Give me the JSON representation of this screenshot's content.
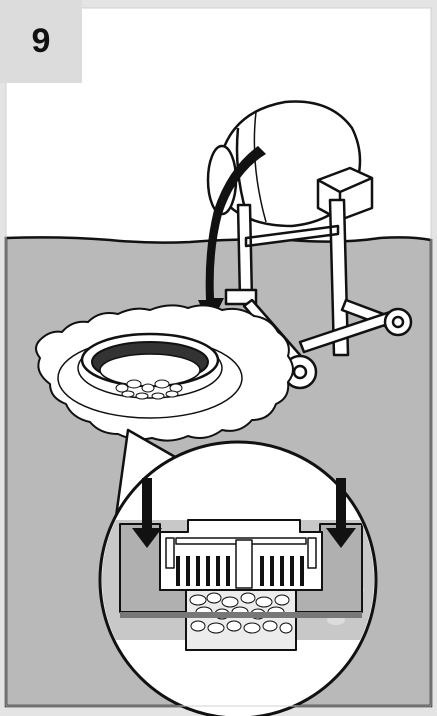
{
  "step": {
    "number": "9"
  },
  "illustration": {
    "subject": "concrete-mixer-pouring-into-installed-drain-frame",
    "callout": "cross-section-detail",
    "colors": {
      "panel": "#e4e4e4",
      "sky": "#ffffff",
      "ground": "#b9b9b9",
      "line": "#111111",
      "concrete": "#c2c2c2",
      "gravel": "#d0d0d0"
    }
  }
}
